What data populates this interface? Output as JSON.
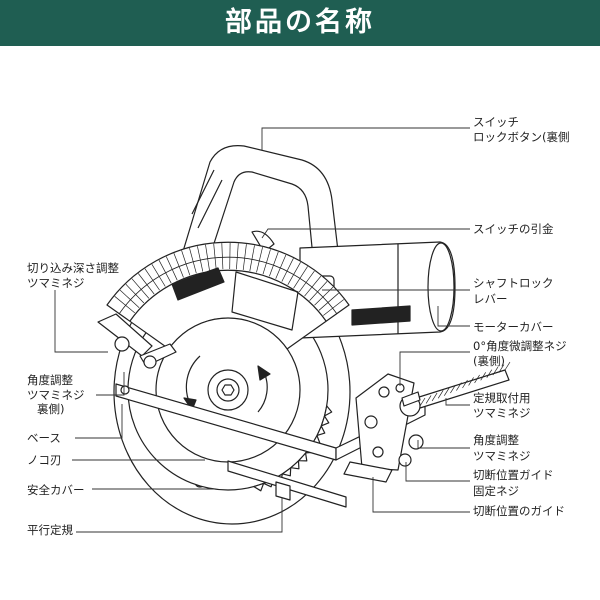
{
  "header": {
    "title": "部品の名称"
  },
  "colors": {
    "header_bg": "#1f5e52",
    "header_text": "#ffffff",
    "line": "#222222"
  },
  "labels": {
    "switch_lock": [
      "スイッチ",
      "ロックボタン(裏側"
    ],
    "trigger": "スイッチの引金",
    "shaft_lock": [
      "シャフトロック",
      "レバー"
    ],
    "motor_cover": "モーターカバー",
    "zero_angle_screw": [
      "0°角度微調整ネジ",
      "(裏側)"
    ],
    "ruler_knob": [
      "定規取付用",
      "ツマミネジ"
    ],
    "angle_knob_right": [
      "角度調整",
      "ツマミネジ"
    ],
    "guide_screw": [
      "切断位置ガイド",
      "固定ネジ"
    ],
    "cut_guide": "切断位置のガイド",
    "depth_knob": [
      "切り込み深さ調整",
      "ツマミネジ"
    ],
    "angle_knob_left": [
      "角度調整",
      "ツマミネジ",
      "裏側)"
    ],
    "base": "ベース",
    "blade": "ノコ刃",
    "safety_cover": "安全カバー",
    "parallel_ruler": "平行定規"
  }
}
